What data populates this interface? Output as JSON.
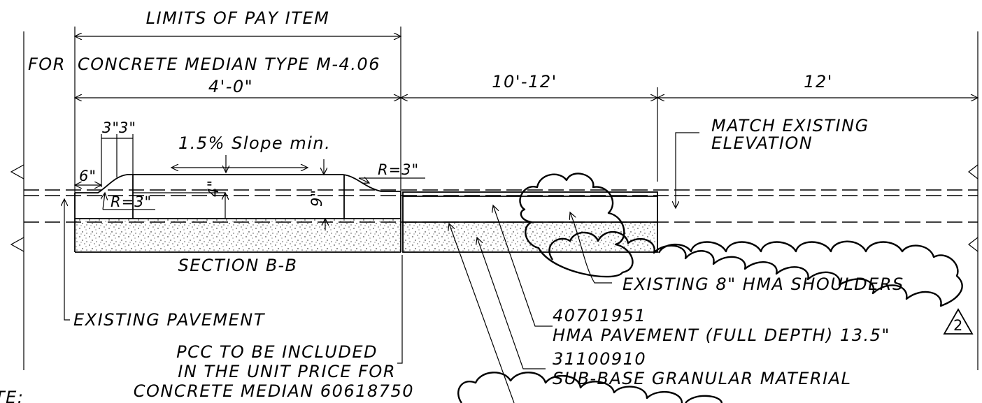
{
  "labels": {
    "limits_of_pay_item": "LIMITS OF PAY ITEM",
    "for_text": "FOR",
    "median_type": "CONCRETE MEDIAN TYPE M-4.06",
    "dim_4ft": "4'-0\"",
    "dim_10_12": "10'-12'",
    "dim_12": "12'",
    "dim_3a": "3\"",
    "dim_3b": "3\"",
    "slope": "1.5% Slope min.",
    "dim_6": "6\"",
    "r3_right": "R=3\"",
    "r3_left": "R=3\"",
    "dim_4in": "4\"",
    "dim_9in": "9\"",
    "match_line1": "MATCH EXISTING",
    "match_line2": "ELEVATION",
    "section": "SECTION B-B",
    "existing_shoulders": "EXISTING 8\" HMA SHOULDERS",
    "existing_pavement": "EXISTING PAVEMENT",
    "hma_code": "40701951",
    "hma_desc": "HMA PAVEMENT (FULL DEPTH) 13.5\"",
    "pcc_line1": "PCC TO BE INCLUDED",
    "pcc_line2": "IN THE UNIT PRICE FOR",
    "pcc_line3": "CONCRETE MEDIAN 60618750",
    "subbase_code": "31100910",
    "subbase_desc": "SUB-BASE GRANULAR MATERIAL",
    "revision": "2",
    "note_fragment": "TE:"
  }
}
